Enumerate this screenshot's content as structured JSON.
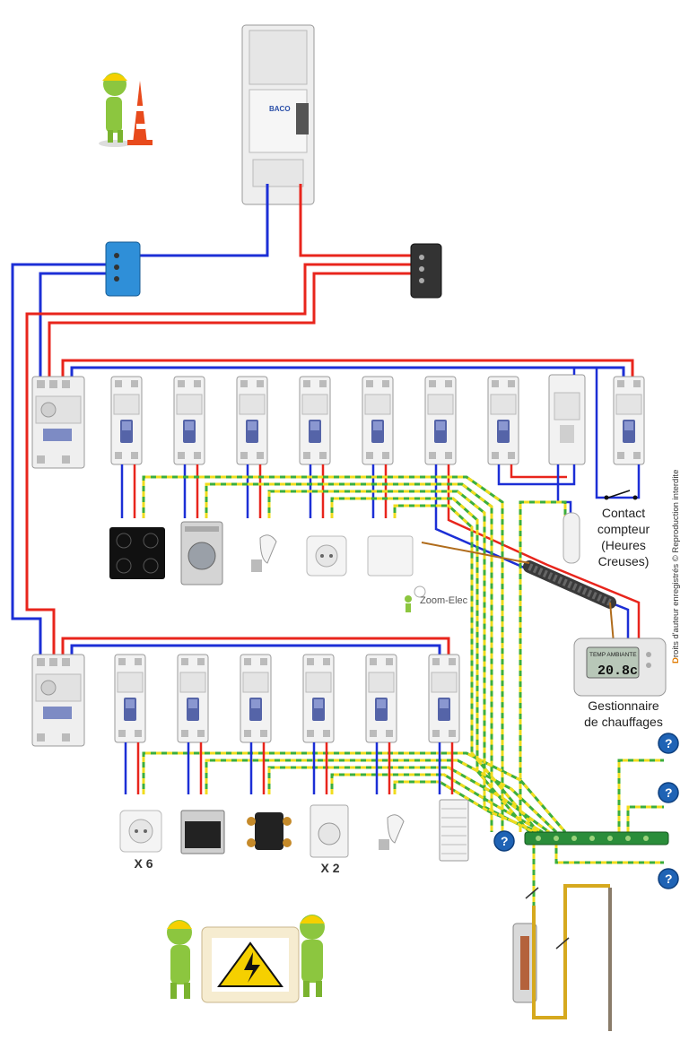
{
  "labels": {
    "contact_line1": "Contact",
    "contact_line2": "compteur",
    "contact_line3": "(Heures",
    "contact_line4": "Creuses)",
    "gestionnaire_line1": "Gestionnaire",
    "gestionnaire_line2": "de chauffages",
    "qty_sockets": "X 6",
    "qty_modular_socket": "X 2",
    "copyright_initial": "D",
    "copyright_rest": "roits d'auteur enregistrés © Reproduction interdite",
    "zoom_elec": "Zoom-Elec"
  },
  "thermostat": {
    "title": "TEMP AMBIANTE",
    "value": "20.8c"
  },
  "main_breaker": {
    "brand": "BACO"
  },
  "help_markers": [
    "?",
    "?",
    "?",
    "?"
  ],
  "colors": {
    "phase": "#e8251c",
    "neutral": "#1c2fd6",
    "earth_green": "#3cae3c",
    "earth_yellow": "#f0dc1e",
    "help": "#1f63b5",
    "breaker_body": "#eeeeee"
  },
  "icons": {
    "worker_top": "worker-with-cones-icon",
    "worker_bottom": "workers-with-danger-sign-icon",
    "high_voltage": "high-voltage-sign-icon",
    "help": "question-mark-icon"
  }
}
